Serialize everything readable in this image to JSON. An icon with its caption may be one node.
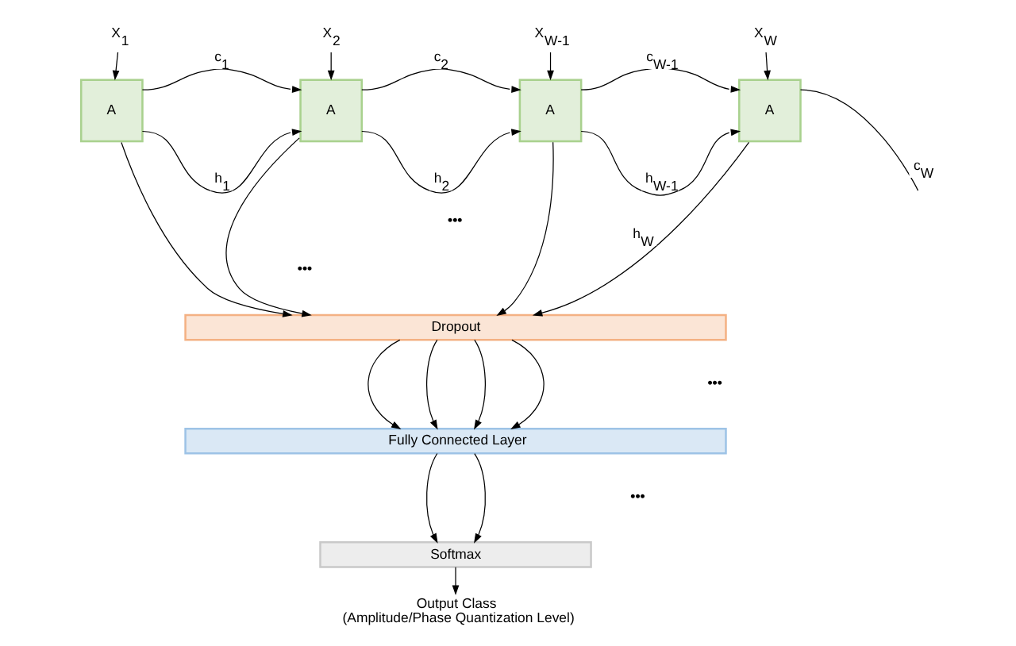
{
  "diagram": {
    "nodes": [
      {
        "text": [
          "X$_{1}$"
        ]
      },
      {
        "text": [
          "X$_{2}$"
        ]
      },
      {
        "text": [
          "X$_{W-1}$"
        ]
      },
      {
        "text": [
          "X$_{W}$"
        ]
      },
      {
        "text": [
          "A"
        ]
      },
      {
        "text": [
          "A"
        ]
      },
      {
        "text": [
          "A"
        ]
      },
      {
        "text": [
          "A"
        ]
      },
      {
        "text": [
          "Dropout"
        ]
      },
      {
        "text": [
          "Fully Connected Layer"
        ]
      },
      {
        "text": [
          "Softmax"
        ]
      },
      {
        "text": [
          "Output Class",
          "(Amplitude/Phase Quantization Level)"
        ]
      }
    ],
    "edges": [
      {
        "from": 0,
        "to": 4,
        "arrow": "to"
      },
      {
        "from": 1,
        "to": 5,
        "arrow": "to"
      },
      {
        "from": 2,
        "to": 6,
        "arrow": "to"
      },
      {
        "from": 3,
        "to": 7,
        "arrow": "to"
      },
      {
        "from": 4,
        "to": 5,
        "arrow": "to",
        "label": "c$_{1}$"
      },
      {
        "from": 4,
        "to": 5,
        "arrow": "to",
        "label": "h$_{1}$"
      },
      {
        "from": 5,
        "to": 6,
        "arrow": "to",
        "label": "c$_{2}$"
      },
      {
        "from": 5,
        "to": 6,
        "arrow": "to",
        "label": "h$_{2}$"
      },
      {
        "from": 6,
        "to": 7,
        "arrow": "to",
        "label": "c$_{W-1}$"
      },
      {
        "from": 6,
        "to": 7,
        "arrow": "to",
        "label": "h$_{W-1}$"
      },
      {
        "from": 7,
        "to": null,
        "arrow": "none",
        "label": "c$_{W}$"
      },
      {
        "from": 4,
        "to": 8,
        "arrow": "to"
      },
      {
        "from": 5,
        "to": 8,
        "arrow": "to"
      },
      {
        "from": 6,
        "to": 8,
        "arrow": "to"
      },
      {
        "from": 7,
        "to": 8,
        "arrow": "to",
        "label": "h$_{W}$"
      },
      {
        "from": 8,
        "to": 9,
        "arrow": "to"
      },
      {
        "from": 8,
        "to": 9,
        "arrow": "to"
      },
      {
        "from": 8,
        "to": 9,
        "arrow": "to"
      },
      {
        "from": 8,
        "to": 9,
        "arrow": "to"
      },
      {
        "from": 9,
        "to": 10,
        "arrow": "to"
      },
      {
        "from": 9,
        "to": 10,
        "arrow": "to"
      },
      {
        "from": 10,
        "to": 11,
        "arrow": "to"
      }
    ],
    "labels": [
      "•••",
      "•••",
      "•••",
      "•••"
    ]
  }
}
